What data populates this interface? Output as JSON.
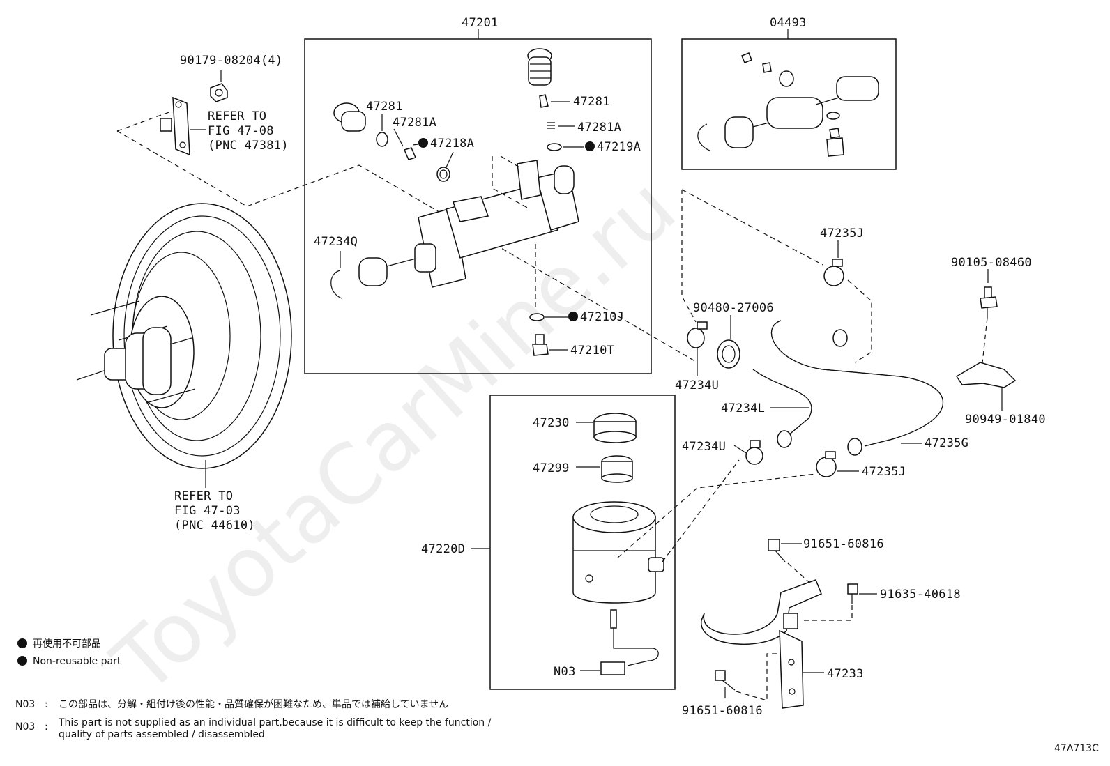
{
  "watermark": "ToyotaCarMine.ru",
  "figure_id": "47A713C",
  "groups": {
    "master_cylinder": "47201",
    "kit": "04493"
  },
  "labels": {
    "p47281_a": "47281",
    "p47281_b": "47281",
    "p47281A_a": "47281A",
    "p47281A_b": "47281A",
    "p47218A": "47218A",
    "p47219A": "47219A",
    "p47234Q": "47234Q",
    "p47210J": "47210J",
    "p47210T": "47210T",
    "p47235J_top": "47235J",
    "p47235J_bot": "47235J",
    "p90480": "90480-27006",
    "p47234U_a": "47234U",
    "p47234U_b": "47234U",
    "p47234L": "47234L",
    "p47235G": "47235G",
    "p90105": "90105-08460",
    "p90949": "90949-01840",
    "p90179": "90179-08204(4)",
    "p47230": "47230",
    "p47299": "47299",
    "p47220D": "47220D",
    "pN03": "N03",
    "p91651_a": "91651-60816",
    "p91651_b": "91651-60816",
    "p91635": "91635-40618",
    "p47233": "47233"
  },
  "refs": {
    "fig4708": [
      "REFER TO",
      "FIG 47-08",
      "(PNC 47381)"
    ],
    "fig4703": [
      "REFER TO",
      "FIG 47-03",
      "(PNC 44610)"
    ]
  },
  "legend": {
    "jp": "再使用不可部品",
    "en": "Non-reusable part"
  },
  "notes": {
    "code1": "N03",
    "sep1": ":",
    "text_jp": "この部品は、分解・組付け後の性能・品質確保が困難なため、単品では補給していません",
    "code2": "N03",
    "sep2": ":",
    "text_en_1": "This part is not supplied as an individual part,because it is difficult to keep the function /",
    "text_en_2": "quality of parts assembled / disassembled"
  }
}
